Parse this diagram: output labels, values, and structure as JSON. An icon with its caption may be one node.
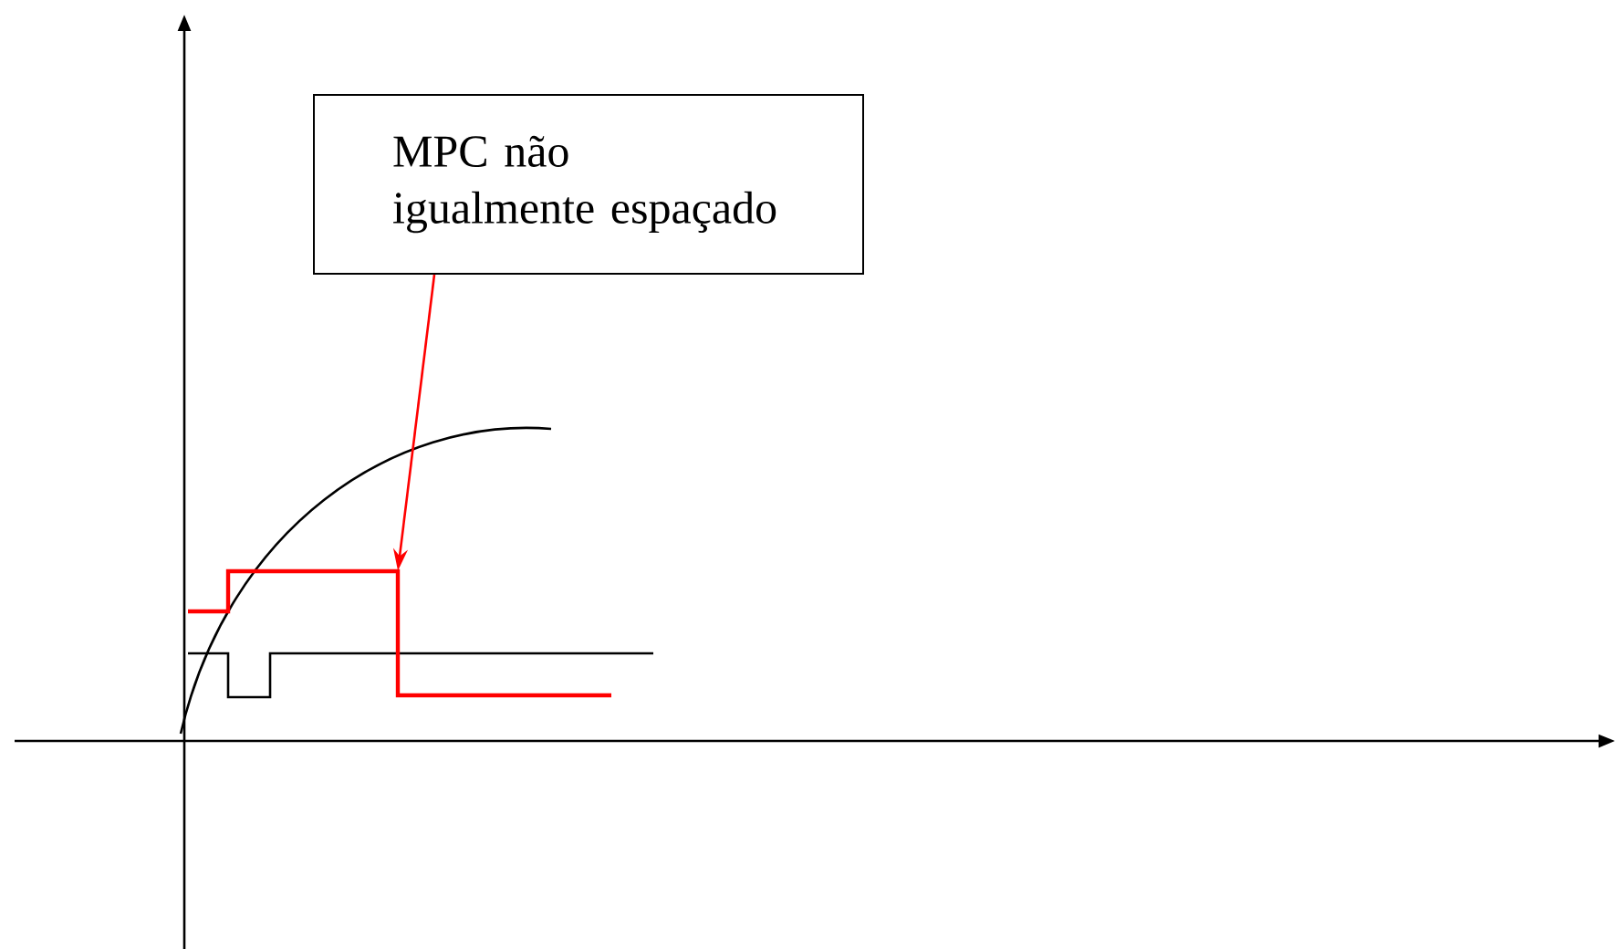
{
  "diagram": {
    "nodes": [
      {
        "text": [
          "MPC não igualmente espaçado"
        ]
      },
      {
        "text": [],
        "shape": "line"
      }
    ],
    "edges": [
      {
        "from": 0,
        "to": 1,
        "arrow": "to",
        "color": "#ff0000"
      }
    ]
  }
}
